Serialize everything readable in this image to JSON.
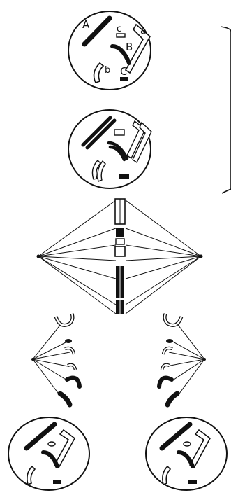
{
  "labels": {
    "A": "A",
    "a": "a",
    "B": "B",
    "b": "b",
    "C": "C",
    "c": "c"
  },
  "colors": {
    "ink": "#111111",
    "paper": "#ffffff"
  }
}
